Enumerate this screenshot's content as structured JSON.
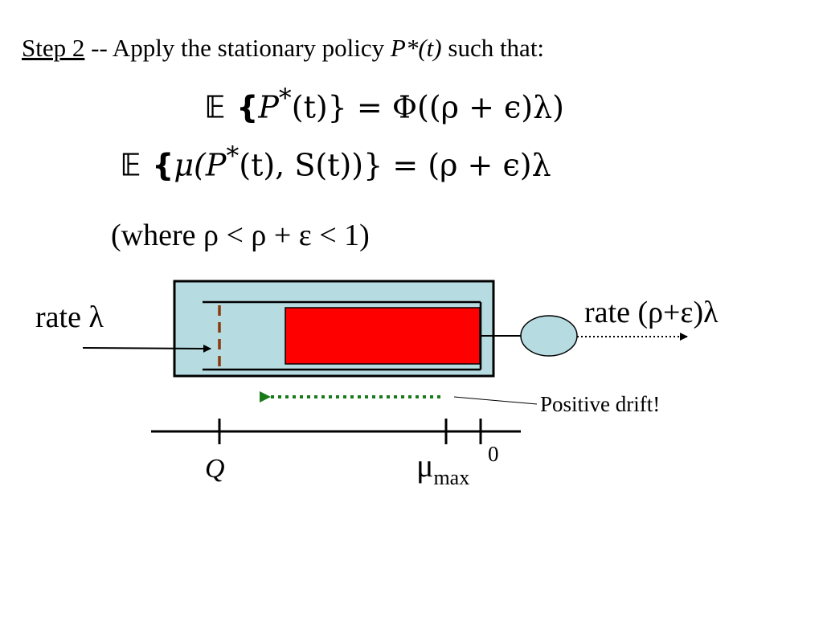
{
  "heading": {
    "step": "Step 2",
    "text_before": " -- Apply the stationary policy ",
    "policy": "P*(t)",
    "text_after": " such that:"
  },
  "equations": {
    "eq1": {
      "lhs_open": "𝔼 {",
      "lhs_term": "P",
      "lhs_sup": "*",
      "lhs_rest": "(t)} = Φ((ρ + ϵ)λ)"
    },
    "eq2": {
      "lhs_open": "𝔼 {",
      "lhs_term": "μ(P",
      "lhs_sup": "*",
      "lhs_rest": "(t), S(t))} = (ρ + ϵ)λ"
    }
  },
  "condition": "(where ρ < ρ + ε < 1)",
  "queue": {
    "arrival_label": "rate λ",
    "departure_label": "rate (ρ+ε)λ",
    "drift_label": "Positive drift!",
    "colors": {
      "box_fill": "#b6dbe0",
      "queue_fill": "#ff0000",
      "server_fill": "#b6dbe0",
      "threshold_line": "#8b3a0e",
      "drift_arrow": "#1a7a1a"
    }
  },
  "axis": {
    "q_label": "Q",
    "mu_label": "μ",
    "mu_sub": "max",
    "zero_label": "0"
  }
}
